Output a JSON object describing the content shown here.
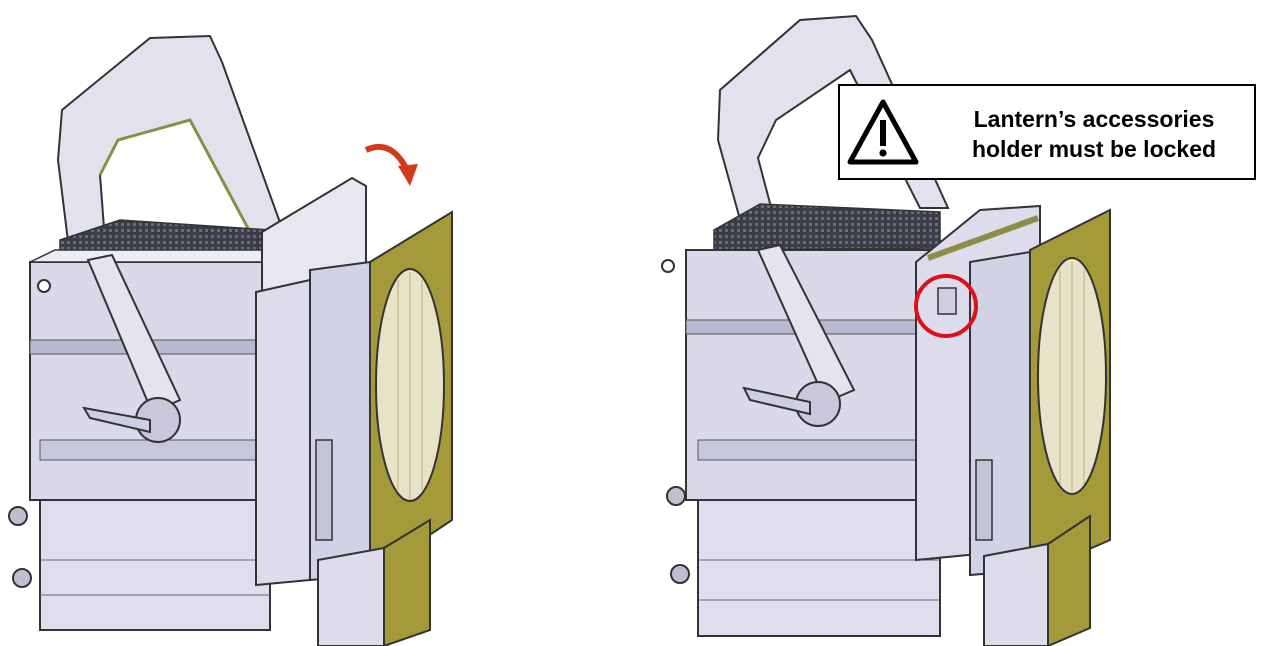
{
  "warning": {
    "line1": "Lantern’s accessories",
    "line2": "holder must be locked",
    "icon": "warning-triangle-icon"
  },
  "colors": {
    "body": "#d9d9ea",
    "body_dark": "#a9a9c2",
    "outline": "#3a3a3a",
    "olive": "#a59a3a",
    "glass": "#e8e3c8",
    "arrow": "#d23b1a",
    "lock_circle": "#e0101a"
  },
  "icons": [
    "rotate-arrow-icon",
    "lock-highlight-circle"
  ]
}
